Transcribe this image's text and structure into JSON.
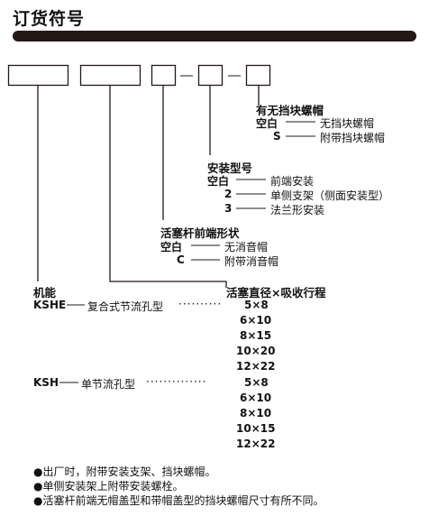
{
  "title": "订货符号",
  "bracket": {
    "title": "有无挡块螺帽",
    "opt1_code": "空白",
    "opt1_desc": "无挡块螺帽",
    "opt2_code": "S",
    "opt2_desc": "附带挡块螺帽"
  },
  "mount": {
    "title": "安装型号",
    "opt1_code": "空白",
    "opt1_desc": "前端安装",
    "opt2_code": "2",
    "opt2_desc": "单侧支架（侧面安装型）",
    "opt3_code": "3",
    "opt3_desc": "法兰形安装"
  },
  "rod": {
    "title": "活塞杆前端形状",
    "opt1_code": "空白",
    "opt1_desc": "无消音帽",
    "opt2_code": "C",
    "opt2_desc": "附带消音帽"
  },
  "function": {
    "title": "机能",
    "kshe_code": "KSHE",
    "kshe_desc": "复合式节流孔型",
    "ksh_code": "KSH",
    "ksh_desc": "单节流孔型"
  },
  "size": {
    "title": "活塞直径×吸收行程",
    "kshe": [
      "5×8",
      "6×10",
      "8×15",
      "10×20",
      "12×22"
    ],
    "ksh": [
      "5×8",
      "6×10",
      "8×10",
      "10×15",
      "12×22"
    ]
  },
  "notes": [
    "●出厂时，附带安装支架、挡块螺帽。",
    "●单侧安装架上附带安装螺栓。",
    "●活塞杆前端无帽盖型和带帽盖型的挡块螺帽尺寸有所不同。"
  ]
}
